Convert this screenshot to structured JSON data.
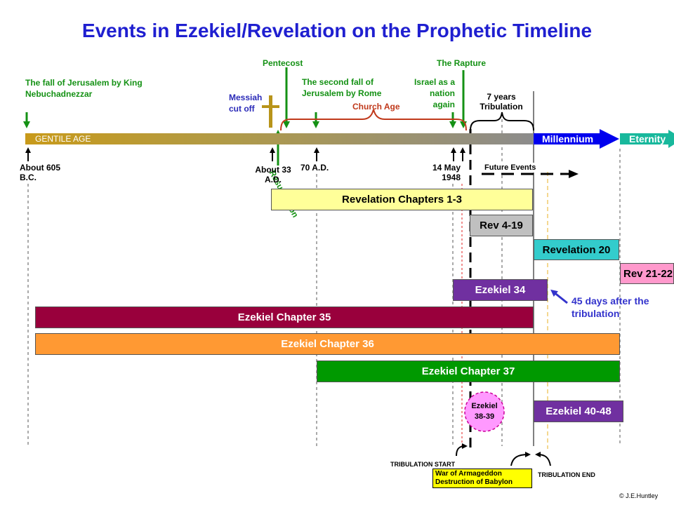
{
  "title": "Events in Ezekiel/Revelation on the Prophetic Timeline",
  "top_labels": {
    "fall_jerusalem": "The fall of Jerusalem by King Nebuchadnezzar",
    "pentecost": "Pentecost",
    "messiah": "Messiah cut off",
    "second_fall": "The second fall of Jerusalem by Rome",
    "church_age": "Church Age",
    "israel_nation": "Israel as a nation again",
    "rapture": "The Rapture",
    "seven_years": "7 years Tribulation",
    "resurrection": "Resurrection"
  },
  "timeline": {
    "gentile_age": "GENTILE AGE",
    "millennium": "Millennium",
    "eternity": "Eternity"
  },
  "bottom_labels": {
    "about_605": "About 605 B.C.",
    "about_33": "About 33 A.D.",
    "ad_70": "70 A.D.",
    "may_1948": "14 May 1948",
    "future_events": "Future Events"
  },
  "bars": {
    "rev_1_3": "Revelation  Chapters 1-3",
    "rev_4_19": "Rev 4-19",
    "rev_20": "Revelation 20",
    "rev_21_22": "Rev 21-22",
    "ezek_34": "Ezekiel 34",
    "ezek_35": "Ezekiel Chapter 35",
    "ezek_36": "Ezekiel Chapter 36",
    "ezek_37": "Ezekiel Chapter 37",
    "ezek_38_39": "Ezekiel 38-39",
    "ezek_40_48": "Ezekiel 40-48"
  },
  "notes": {
    "days_45": "45 days after the tribulation",
    "trib_start": "TRIBULATION START",
    "armageddon": "War of Armageddon",
    "babylon": "Destruction of Babylon",
    "trib_end": "TRIBULATION END",
    "copyright": "© J.E.Huntley"
  },
  "colors": {
    "title": "#1f1fd0",
    "green_label": "#149114",
    "church_age": "#c0391b",
    "rev_1_3": "#ffff99",
    "rev_4_19": "#c0c0c0",
    "rev_20": "#33cccc",
    "rev_21_22": "#ff99cc",
    "ezek_34": "#7030a0",
    "ezek_35": "#99003c",
    "ezek_36": "#ff9933",
    "ezek_37": "#009900",
    "ezek_38_39": "#ff99ff",
    "ezek_40_48": "#7030a0",
    "millennium": "#0000ee",
    "eternity": "#18b89c"
  }
}
